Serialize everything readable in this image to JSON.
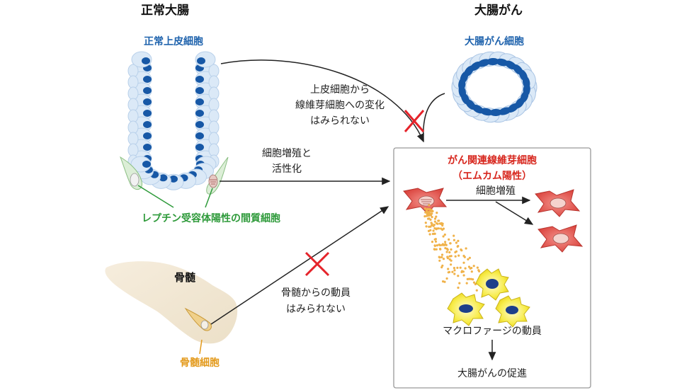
{
  "headers": {
    "normal": "正常大腸",
    "cancer": "大腸がん"
  },
  "cells": {
    "normal_epithelium": "正常上皮細胞",
    "cancer_cells": "大腸がん細胞",
    "leptin_stromal": "レプチン受容体陽性の間質細胞",
    "bone_marrow": "骨髄",
    "bone_marrow_cell": "骨髄細胞"
  },
  "annotations": {
    "no_transition_1": "上皮細胞から",
    "no_transition_2": "線維芽細胞への変化",
    "no_transition_3": "はみられない",
    "proliferation_1": "細胞増殖と",
    "proliferation_2": "活性化",
    "no_mobilization_1": "骨髄からの動員",
    "no_mobilization_2": "はみられない"
  },
  "caf_box": {
    "title_1": "がん関連線維芽細胞",
    "title_2": "（エムカム陽性）",
    "proliferation": "細胞増殖",
    "macrophage": "マクロファージの動員",
    "promotion": "大腸がんの促進"
  },
  "colors": {
    "blue_label": "#1f63ad",
    "green_label": "#2e9a3a",
    "red_title": "#d7261d",
    "orange_label": "#e39a1c",
    "cross": "#e5232a",
    "nucleus": "#1758a6",
    "epithelium": "#dbe9f7",
    "caf": "#e2524b",
    "macrophage": "#f6e73a",
    "bone": "#f2e6d2"
  }
}
